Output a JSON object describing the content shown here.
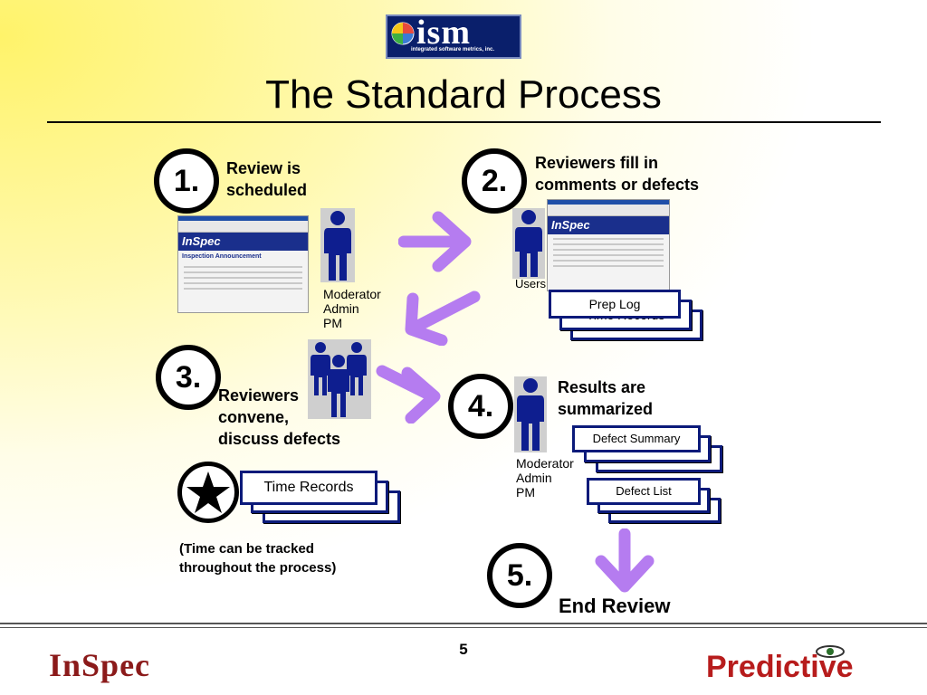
{
  "header": {
    "logo_text": "ism",
    "logo_sub": "integrated software metrics, inc.",
    "title": "The Standard Process"
  },
  "steps": [
    {
      "number": "1.",
      "label_lines": [
        "Review is",
        "scheduled"
      ]
    },
    {
      "number": "2.",
      "label_lines": [
        "Reviewers fill in",
        "comments or defects"
      ]
    },
    {
      "number": "3.",
      "label_lines": [
        "Reviewers",
        "convene,",
        "discuss defects"
      ]
    },
    {
      "number": "4.",
      "label_lines": [
        "Results are",
        "summarized"
      ]
    },
    {
      "number": "5.",
      "label": "End Review"
    }
  ],
  "roles": {
    "moderator_group_1": [
      "Moderator",
      "Admin",
      "PM"
    ],
    "users": "Users",
    "moderator_group_4": [
      "Moderator",
      "Admin",
      "PM"
    ]
  },
  "screenshots": {
    "step1_banner": "InSpec",
    "step1_heading": "Inspection Announcement",
    "step2_banner": "InSpec"
  },
  "records": {
    "prep_log": "Prep Log",
    "prep_log_behind": "Time Records",
    "time_records": "Time Records",
    "defect_summary": "Defect Summary",
    "defect_list": "Defect List"
  },
  "note_lines": [
    "(Time can be tracked",
    "throughout the process)"
  ],
  "footer": {
    "page_number": "5",
    "left_logo": "InSpec",
    "right_logo": "Predictive"
  },
  "colors": {
    "arrow": "#b57cf0",
    "person": "#0e1e8f",
    "card_border": "#0b1a7a",
    "inspec_logo": "#8b1a1a",
    "predictive_logo": "#b71c1c"
  }
}
